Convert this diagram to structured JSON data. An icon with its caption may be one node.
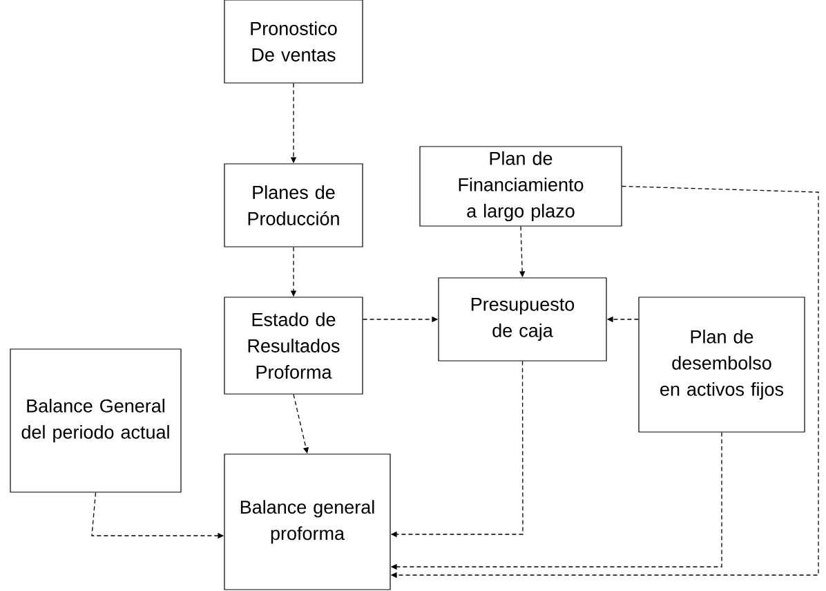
{
  "diagram": {
    "nodes": [
      {
        "text": [
          "Pronostico De ventas"
        ]
      },
      {
        "text": [
          "Planes de Producción"
        ]
      },
      {
        "text": [
          "Plan de Financiamiento a largo plazo"
        ]
      },
      {
        "text": [
          "Estado de Resultados Proforma"
        ]
      },
      {
        "text": [
          "Presupuesto de caja"
        ]
      },
      {
        "text": [
          "Plan de desembolso en activos fijos"
        ]
      },
      {
        "text": [
          "Balance General del periodo actual"
        ]
      },
      {
        "text": [
          "Balance general proforma"
        ]
      }
    ],
    "edges": [
      {
        "from": 0,
        "to": 1,
        "arrow": "to",
        "style": "dashed"
      },
      {
        "from": 1,
        "to": 3,
        "arrow": "to",
        "style": "dashed"
      },
      {
        "from": 2,
        "to": 4,
        "arrow": "to",
        "style": "dashed"
      },
      {
        "from": 3,
        "to": 4,
        "arrow": "to",
        "style": "dashed"
      },
      {
        "from": 5,
        "to": 4,
        "arrow": "to",
        "style": "dashed"
      },
      {
        "from": 3,
        "to": 7,
        "arrow": "to",
        "style": "dashed"
      },
      {
        "from": 4,
        "to": 7,
        "arrow": "to",
        "style": "dashed"
      },
      {
        "from": 5,
        "to": 7,
        "arrow": "to",
        "style": "dashed"
      },
      {
        "from": 2,
        "to": 7,
        "arrow": "to",
        "style": "dashed"
      },
      {
        "from": 6,
        "to": 7,
        "arrow": "to",
        "style": "dashed"
      }
    ]
  }
}
